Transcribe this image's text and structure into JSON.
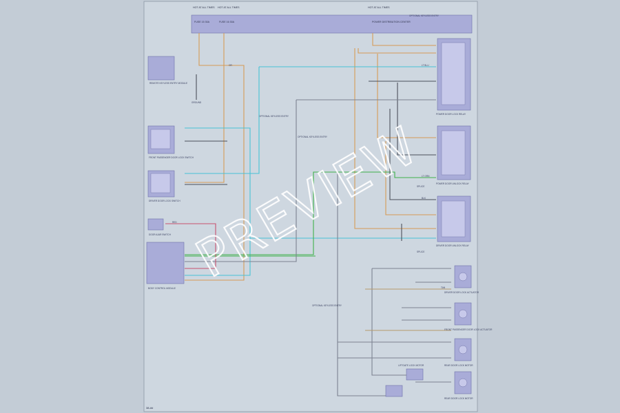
{
  "watermark": "PREVIEW",
  "page_number": "38-##",
  "colors": {
    "sheet": "#ced7e0",
    "module": "#a9acd8",
    "wire_orange": "#d79a55",
    "wire_cyan": "#46c2d6",
    "wire_green": "#3fb24a",
    "wire_dark": "#4b4f5a",
    "wire_red": "#c8506e"
  },
  "fuse_block": {
    "fuses": [
      {
        "top": "HOT AT ALL TIMES",
        "name": "FUSE 15 30A"
      },
      {
        "top": "HOT AT ALL TIMES",
        "name": "FUSE 16 30A"
      },
      {
        "top": "HOT AT ALL TIMES",
        "name": "POWER DISTRIBUTION CENTER"
      }
    ],
    "note": "OPTIONAL KEYLESS ENTRY"
  },
  "components": {
    "remote_keyless": "REMOTE KEYLESS ENTRY MODULE",
    "pass_switch": "FRONT PASSENGER DOOR LOCK SWITCH",
    "driver_switch": "DRIVER DOOR LOCK SWITCH",
    "door_ajar": "DOOR AJAR SWITCH",
    "body_module": "BODY CONTROL MODULE",
    "relay1": "POWER DOOR LOCK RELAY",
    "relay2": "POWER DOOR UNLOCK RELAY",
    "relay3": "DRIVER DOOR UNLOCK RELAY",
    "act1": "DRIVER DOOR LOCK ACTUATOR",
    "act2": "FRONT PASSENGER DOOR LOCK ACTUATOR",
    "act3": "REAR DOOR LOCK MOTOR",
    "act4": "REAR DOOR LOCK MOTOR",
    "liftgate": "LIFTGATE LOCK MOTOR",
    "opt1": "OPTIONAL KEYLESS ENTRY",
    "opt2": "OPTIONAL KEYLESS ENTRY",
    "opt3": "OPTIONAL KEYLESS ENTRY",
    "splice1": "SPLICE",
    "splice2": "SPLICE",
    "ground": "GROUND"
  },
  "wire_labels": {
    "orange": "OR",
    "cyan": "LT BLU",
    "green": "LT GRN",
    "dark": "BLK",
    "red": "RED",
    "tan": "TAN"
  }
}
